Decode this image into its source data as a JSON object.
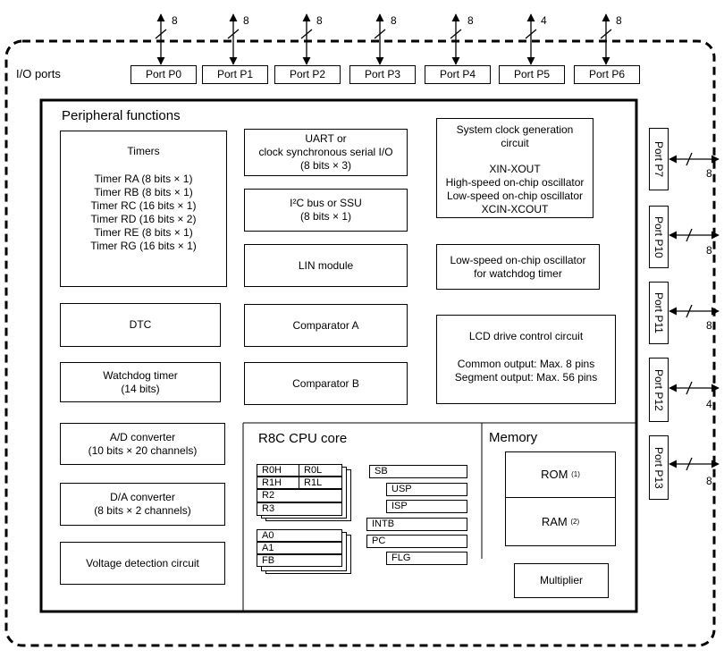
{
  "io_ports_label": "I/O ports",
  "top_ports": [
    {
      "label": "Port P0",
      "bits": "8"
    },
    {
      "label": "Port P1",
      "bits": "8"
    },
    {
      "label": "Port P2",
      "bits": "8"
    },
    {
      "label": "Port P3",
      "bits": "8"
    },
    {
      "label": "Port P4",
      "bits": "8"
    },
    {
      "label": "Port P5",
      "bits": "4"
    },
    {
      "label": "Port P6",
      "bits": "8"
    }
  ],
  "right_ports": [
    {
      "label": "Port P7",
      "bits": "8"
    },
    {
      "label": "Port P10",
      "bits": "8"
    },
    {
      "label": "Port P11",
      "bits": "8"
    },
    {
      "label": "Port P12",
      "bits": "4"
    },
    {
      "label": "Port P13",
      "bits": "8"
    }
  ],
  "peripheral_label": "Peripheral functions",
  "timers": {
    "title": "Timers",
    "items": [
      "Timer RA (8 bits × 1)",
      "Timer RB (8 bits × 1)",
      "Timer RC (16 bits × 1)",
      "Timer RD (16 bits × 2)",
      "Timer RE (8 bits × 1)",
      "Timer RG (16 bits × 1)"
    ]
  },
  "dtc": "DTC",
  "watchdog": {
    "line1": "Watchdog timer",
    "line2": "(14 bits)"
  },
  "adc": {
    "line1": "A/D converter",
    "line2": "(10 bits × 20 channels)"
  },
  "dac": {
    "line1": "D/A converter",
    "line2": "(8 bits × 2 channels)"
  },
  "voltage_detection": "Voltage detection circuit",
  "uart": {
    "line1": "UART or",
    "line2": "clock synchronous serial I/O",
    "line3": "(8 bits × 3)"
  },
  "i2c": {
    "line1": "I²C bus or SSU",
    "line2": "(8 bits × 1)"
  },
  "lin": "LIN module",
  "comparator_a": "Comparator A",
  "comparator_b": "Comparator B",
  "clock": {
    "line1": "System clock generation",
    "line2": "circuit",
    "line3": "XIN-XOUT",
    "line4": "High-speed on-chip oscillator",
    "line5": "Low-speed on-chip oscillator",
    "line6": "XCIN-XCOUT"
  },
  "lowspeed_osc": {
    "line1": "Low-speed on-chip oscillator",
    "line2": "for watchdog timer"
  },
  "lcd": {
    "line1": "LCD drive control circuit",
    "line2": "Common output: Max. 8 pins",
    "line3": "Segment output: Max. 56 pins"
  },
  "cpu": {
    "title": "R8C CPU core",
    "data_regs": [
      [
        "R0H",
        "R0L"
      ],
      [
        "R1H",
        "R1L"
      ],
      [
        "R2"
      ],
      [
        "R3"
      ]
    ],
    "addr_regs": [
      "A0",
      "A1",
      "FB"
    ],
    "control_regs": [
      "SB",
      "USP",
      "ISP",
      "INTB",
      "PC",
      "FLG"
    ]
  },
  "memory": {
    "title": "Memory",
    "rom": "ROM",
    "rom_note": "(1)",
    "ram": "RAM",
    "ram_note": "(2)"
  },
  "multiplier": "Multiplier"
}
